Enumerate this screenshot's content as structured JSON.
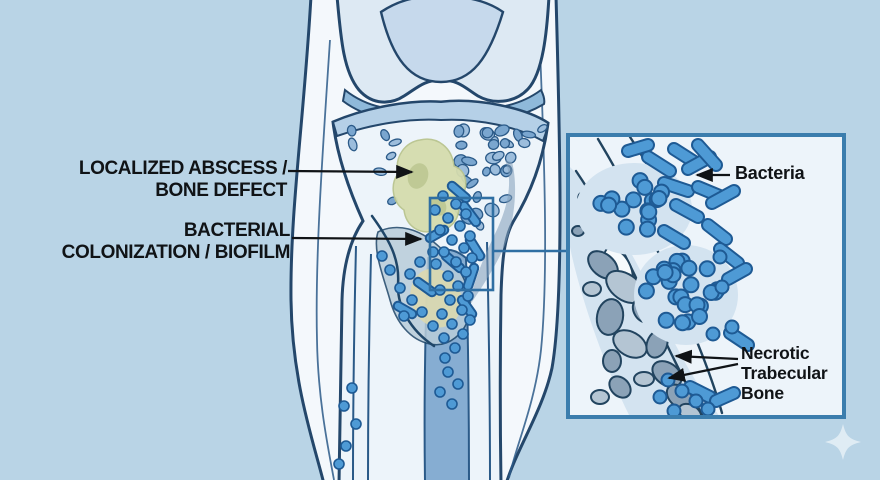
{
  "annotations": {
    "abscess": {
      "line1": "LOCALIZED ABSCESS /",
      "line2": "BONE DEFECT"
    },
    "biofilm": {
      "line1": "BACTERIAL",
      "line2": "COLONIZATION / BIOFILM"
    }
  },
  "inset": {
    "bacteria_label": "Bacteria",
    "necrotic": {
      "line1": "Necrotic",
      "line2": "Trabecular",
      "line3": "Bone"
    }
  },
  "icons": {
    "sparkle": "sparkle-icon"
  },
  "colors": {
    "bg": "#b9d4e6",
    "skin-fill": "#f4f8fc",
    "line": "#24476b",
    "bone-fill": "#edf4fa",
    "femur-fill": "#dde9f3",
    "groove": "#c6d9ec",
    "cartilage": "#8fb9da",
    "cap": "#b5d0e7",
    "trab1": "#7aa6cf",
    "trab2": "#9cbddc",
    "bone-line": "#2b5a88",
    "canal": "#86add2",
    "gray": "#7f9cb8",
    "infect": "#b9cdda",
    "biofilm": "#ddd9ad",
    "abscess": "#d5dcae",
    "abscess-dark": "#b9c48e",
    "defect-line": "#1f4668",
    "bact": "#4e9ad5",
    "bact-line": "#1e5a94",
    "callout": "#2f6fa3",
    "inset-bg": "#edf4fa",
    "inset-border": "#3b7dad",
    "nec1": "#8ba2b7",
    "nec2": "#b4c5d3",
    "nec-line": "#22445f",
    "matrix": "#f6fafc",
    "halo": "#d3e3f0",
    "label": "#101316",
    "white": "#ffffff"
  }
}
